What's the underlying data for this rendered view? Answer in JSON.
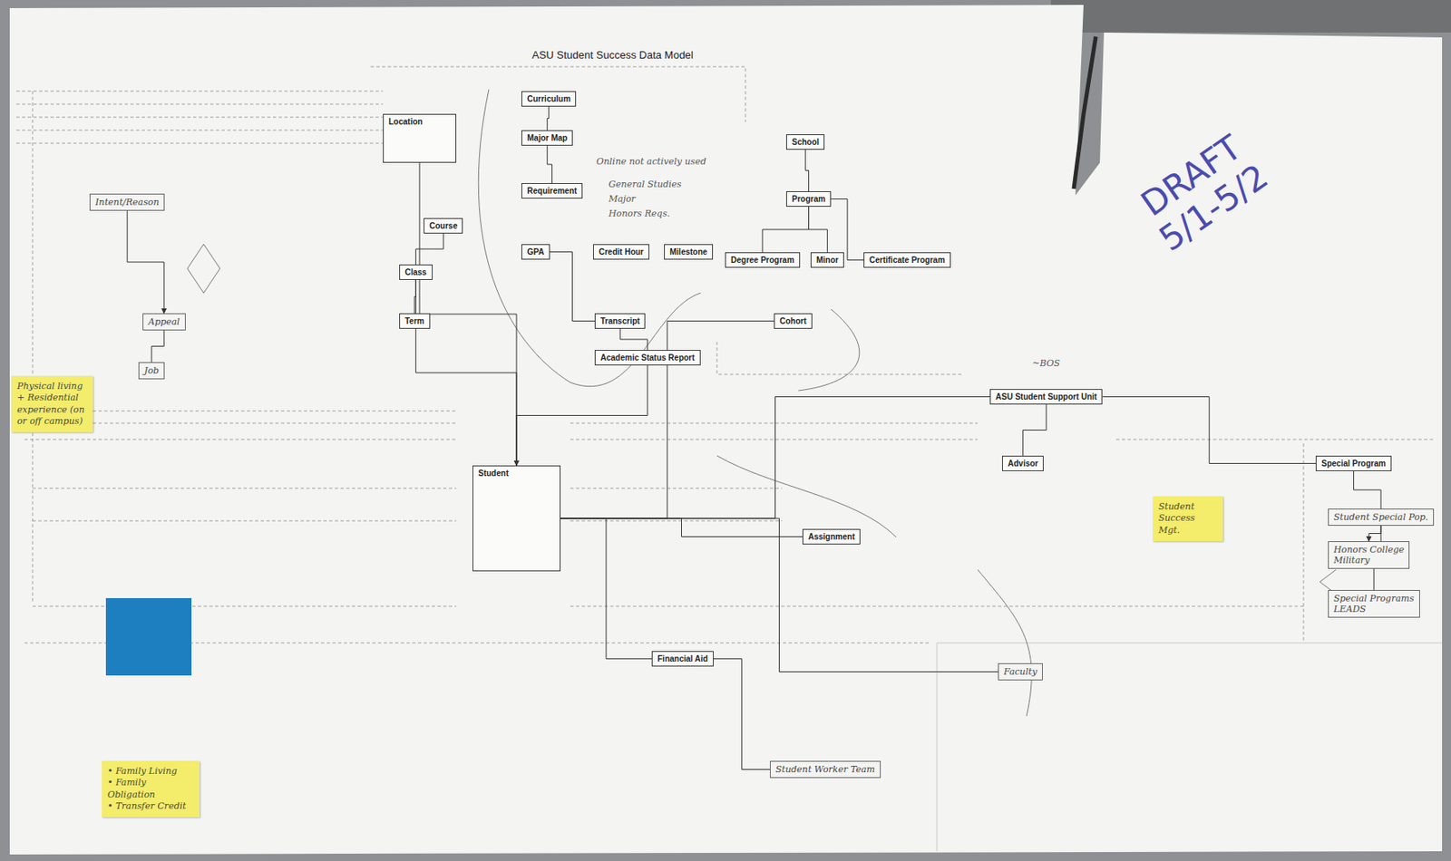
{
  "diagram": {
    "title": "ASU Student Success Data Model",
    "nodes": [
      {
        "text": [
          "Location"
        ]
      },
      {
        "text": [
          "Curriculum"
        ]
      },
      {
        "text": [
          "Major Map"
        ]
      },
      {
        "text": [
          "Requirement"
        ]
      },
      {
        "text": [
          "School"
        ]
      },
      {
        "text": [
          "Program"
        ]
      },
      {
        "text": [
          "Course"
        ]
      },
      {
        "text": [
          "GPA"
        ]
      },
      {
        "text": [
          "Credit Hour"
        ]
      },
      {
        "text": [
          "Milestone"
        ]
      },
      {
        "text": [
          "Degree Program"
        ]
      },
      {
        "text": [
          "Minor"
        ]
      },
      {
        "text": [
          "Certificate Program"
        ]
      },
      {
        "text": [
          "Class"
        ]
      },
      {
        "text": [
          "Term"
        ]
      },
      {
        "text": [
          "Transcript"
        ]
      },
      {
        "text": [
          "Academic Status Report"
        ]
      },
      {
        "text": [
          "Cohort"
        ]
      },
      {
        "text": [
          "Student"
        ]
      },
      {
        "text": [
          "ASU Student Support Unit"
        ]
      },
      {
        "text": [
          "Intent/Reason"
        ]
      },
      {
        "text": [
          "Appeal"
        ]
      },
      {
        "text": [
          "Job"
        ]
      },
      {
        "text": [
          "Physical living + Residential experience (on or off campus)"
        ]
      },
      {
        "text": [
          "Student Success Mgt."
        ]
      },
      {
        "text": [
          "• Family Living",
          "• Family Obligation",
          "• Transfer Credit"
        ]
      },
      {
        "text": [
          "Special Program"
        ]
      },
      {
        "text": [
          "Student Special Pop."
        ]
      },
      {
        "text": [
          "Honors College",
          "Military"
        ]
      },
      {
        "text": [
          "Special Programs",
          "LEADS"
        ]
      },
      {
        "text": [
          "Assignment"
        ]
      },
      {
        "text": [
          "Student Worker Team"
        ]
      },
      {
        "text": [
          "Financial Aid"
        ]
      },
      {
        "text": [
          "Advisor"
        ]
      },
      {
        "text": [
          "Faculty"
        ]
      }
    ],
    "edges": [
      {
        "from": 1,
        "to": 2,
        "arrow": "none"
      },
      {
        "from": 2,
        "to": 3,
        "arrow": "none"
      },
      {
        "from": 4,
        "to": 5,
        "arrow": "none"
      },
      {
        "from": 5,
        "to": 10,
        "arrow": "none"
      },
      {
        "from": 5,
        "to": 11,
        "arrow": "none"
      },
      {
        "from": 5,
        "to": 12,
        "arrow": "none"
      },
      {
        "from": 6,
        "to": 13,
        "arrow": "none"
      },
      {
        "from": 13,
        "to": 14,
        "arrow": "none"
      },
      {
        "from": 13,
        "to": 18,
        "arrow": "none"
      },
      {
        "from": 7,
        "to": 15,
        "arrow": "none"
      },
      {
        "from": 15,
        "to": 16,
        "arrow": "none"
      },
      {
        "from": 16,
        "to": 18,
        "arrow": "to"
      },
      {
        "from": 17,
        "to": 18,
        "arrow": "none"
      },
      {
        "from": 0,
        "to": 18,
        "arrow": "none"
      },
      {
        "from": 18,
        "to": 19,
        "arrow": "none"
      },
      {
        "from": 19,
        "to": 33,
        "arrow": "none"
      },
      {
        "from": 18,
        "to": 30,
        "arrow": "none"
      },
      {
        "from": 18,
        "to": 32,
        "arrow": "none"
      },
      {
        "from": 32,
        "to": 31,
        "arrow": "none"
      },
      {
        "from": 20,
        "to": 21,
        "arrow": "to"
      },
      {
        "from": 21,
        "to": 22,
        "arrow": "none"
      },
      {
        "from": 26,
        "to": 27,
        "arrow": "none"
      },
      {
        "from": 27,
        "to": 28,
        "arrow": "to"
      },
      {
        "from": 27,
        "to": 29,
        "arrow": "none"
      },
      {
        "from": 19,
        "to": 26,
        "arrow": "none"
      },
      {
        "from": 18,
        "to": 34,
        "arrow": "none"
      }
    ],
    "labels": [
      "DRAFT 5/1-5/2",
      "Online not actively used",
      "General Studies",
      "Major",
      "Honors Reqs.",
      "~BOS"
    ]
  }
}
